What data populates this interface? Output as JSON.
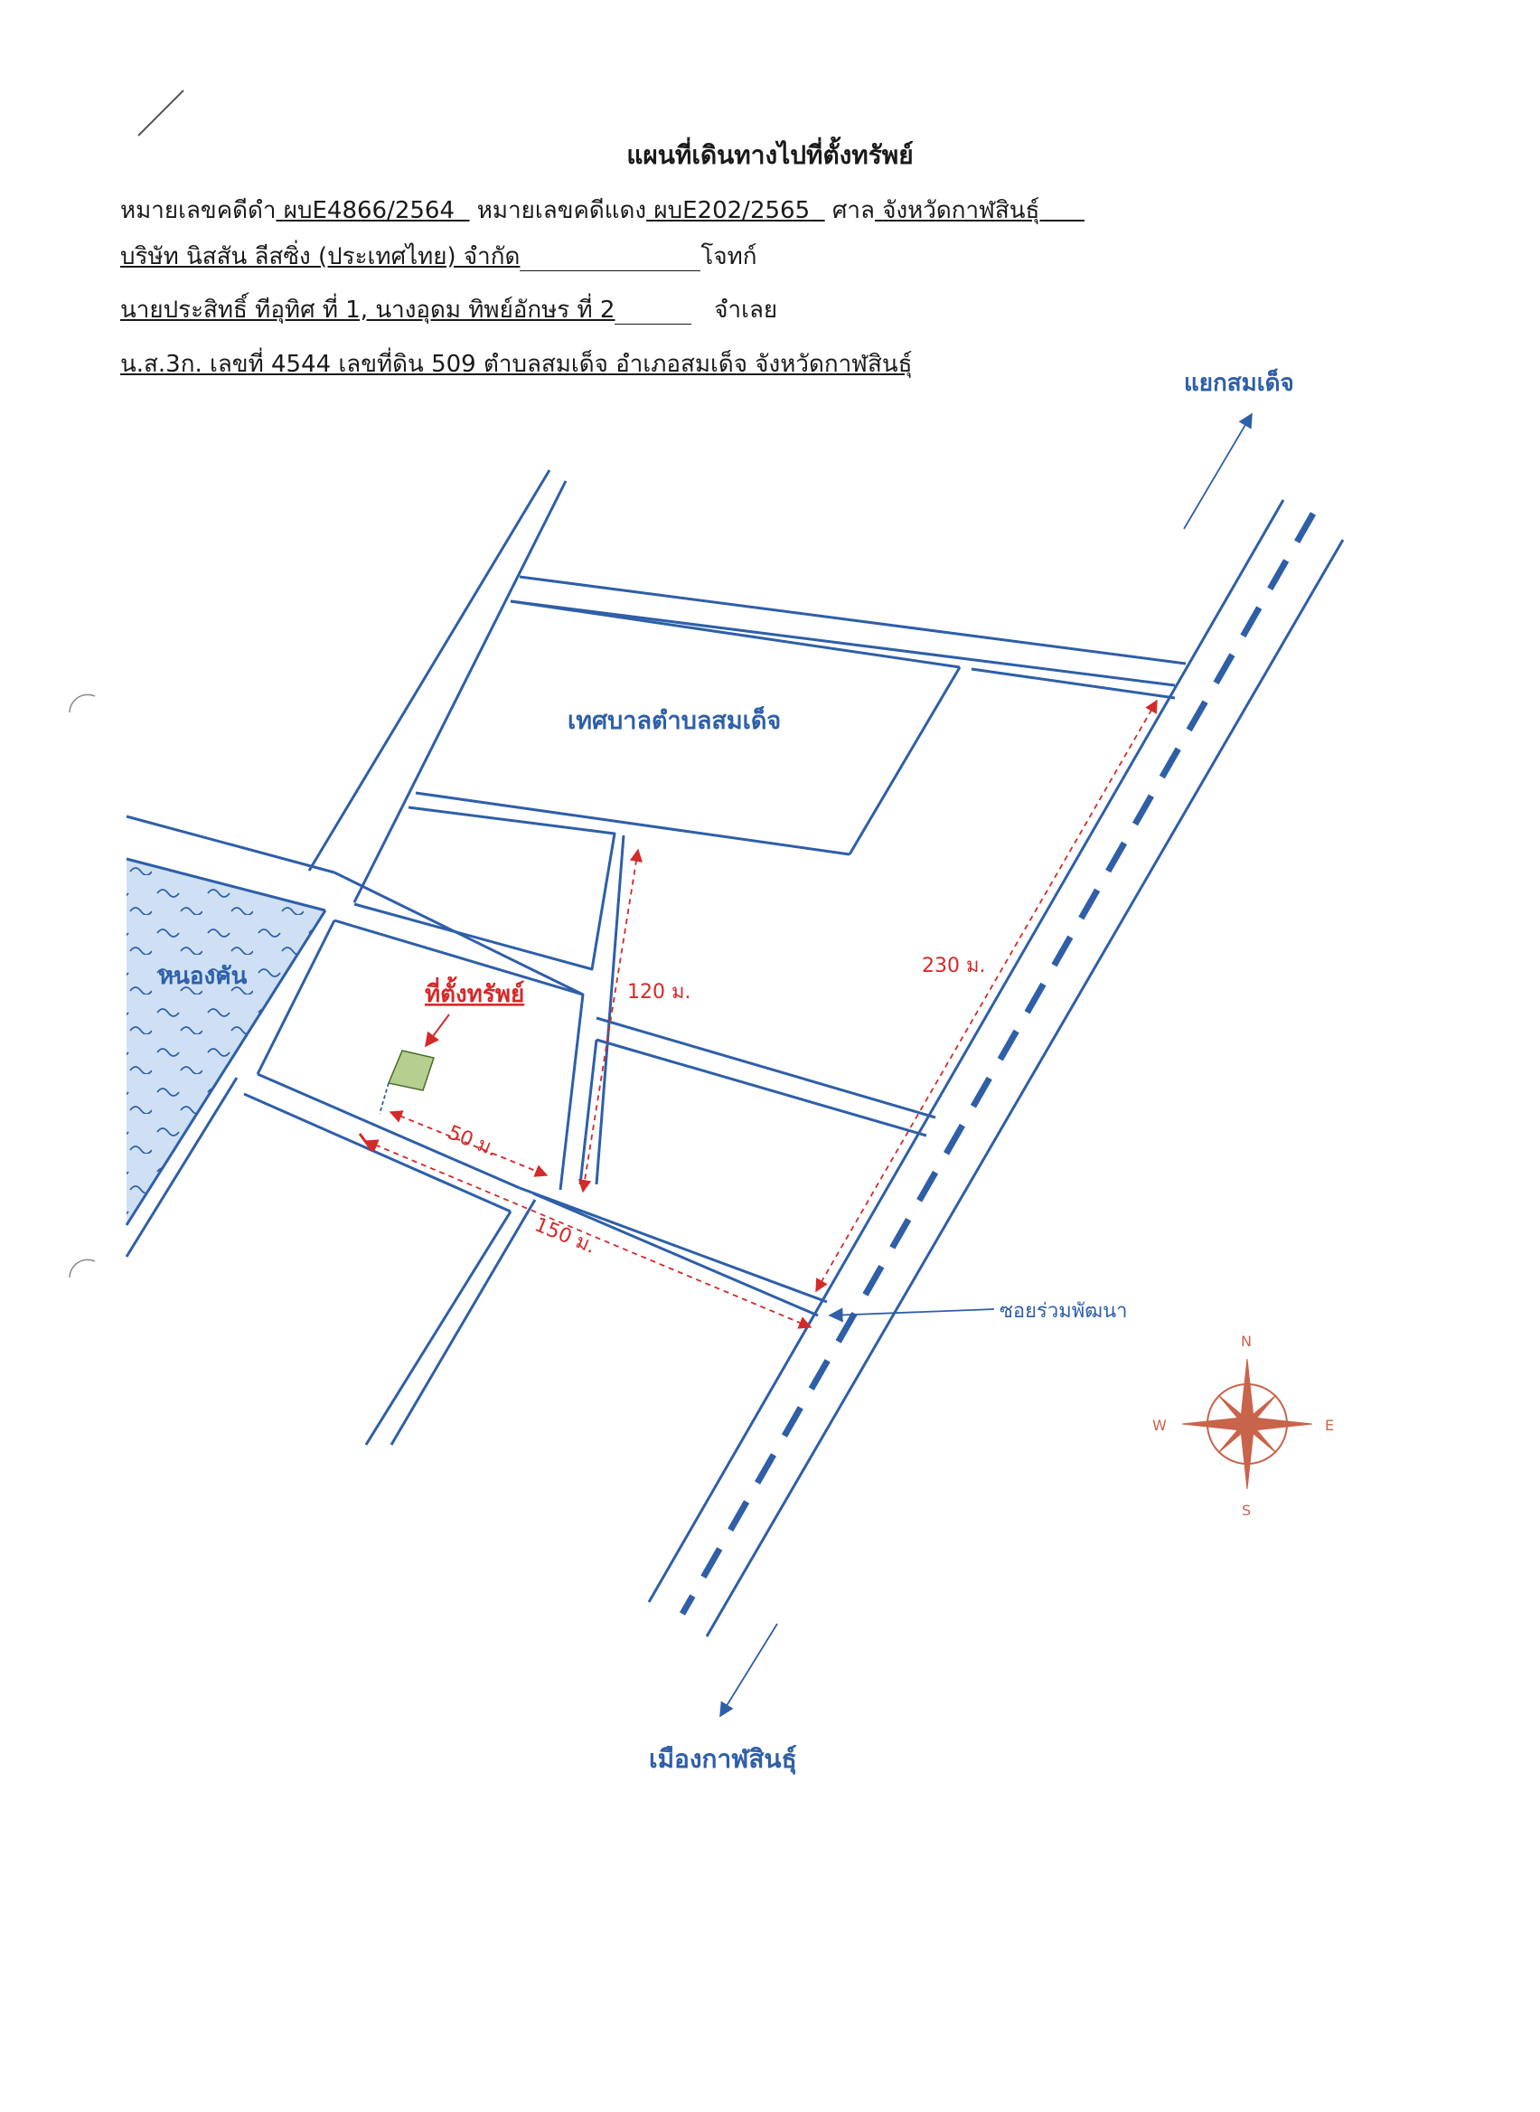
{
  "header": {
    "title": "แผนที่เดินทางไปที่ตั้งทรัพย์",
    "line1": {
      "black_case_label": "หมายเลขคดีดำ",
      "black_case_no": "ผบE4866/2564",
      "red_case_label": "หมายเลขคดีแดง",
      "red_case_no": "ผบE202/2565",
      "court_label": "ศาล",
      "court_name": "จังหวัดกาฬสินธุ์"
    },
    "line2": {
      "plaintiff": "บริษัท นิสสัน ลีสซิ่ง (ประเทศไทย) จำกัด",
      "role": "โจทก์"
    },
    "line3": {
      "defendants": "นายประสิทธิ์  ทีอุทิศ ที่ 1, นางอุดม  ทิพย์อักษร ที่ 2",
      "role": "จำเลย"
    },
    "line4": {
      "deed": "น.ส.3ก. เลขที่ 4544 เลขที่ดิน 509 ตำบลสมเด็จ อำเภอสมเด็จ จังหวัดกาฬสินธุ์"
    }
  },
  "map": {
    "to_north_label": "แยกสมเด็จ",
    "to_south_label": "เมืองกาฬสินธุ์",
    "municipality_label": "เทศบาลตำบลสมเด็จ",
    "pond_label": "หนองคัน",
    "property_label": "ที่ตั้งทรัพย์",
    "soi_label": "ซอยร่วมพัฒนา",
    "dist_50": "50 ม.",
    "dist_120": "120 ม.",
    "dist_150": "150 ม.",
    "dist_230": "230 ม."
  },
  "compass": {
    "n": "N",
    "e": "E",
    "s": "S",
    "w": "W"
  },
  "colors": {
    "road": "#2e5fa8",
    "distance": "#d42a2a",
    "water_fill": "#cfe0f4",
    "property_fill": "#b5cf8e",
    "compass": "#c8644a"
  }
}
